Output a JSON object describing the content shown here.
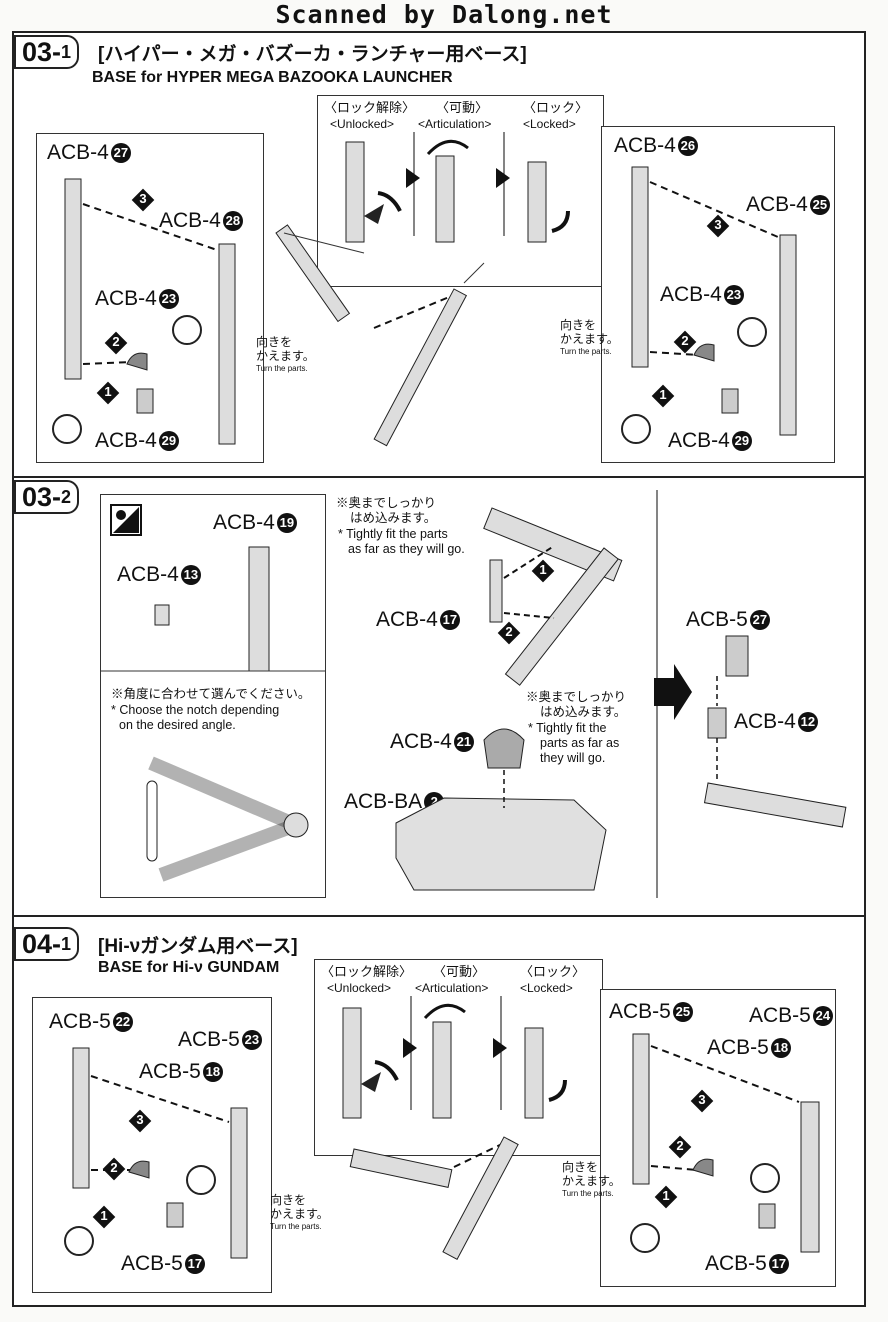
{
  "header": {
    "scan_credit": "Scanned by Dalong.net"
  },
  "sections": {
    "s031": {
      "step": "03",
      "sub": "1",
      "title_jp": "[ハイパー・メガ・バズーカ・ランチャー用ベース]",
      "title_en": "BASE for HYPER MEGA BAZOOKA LAUNCHER",
      "joint": {
        "unlocked_jp": "〈ロック解除〉",
        "unlocked_en": "<Unlocked>",
        "artic_jp": "〈可動〉",
        "artic_en": "<Articulation>",
        "locked_jp": "〈ロック〉",
        "locked_en": "<Locked>"
      },
      "left": {
        "p1": "ACB-4",
        "n1": "27",
        "p2": "ACB-4",
        "n2": "28",
        "p3": "ACB-4",
        "n3": "23",
        "p4": "ACB-4",
        "n4": "29"
      },
      "right": {
        "p1": "ACB-4",
        "n1": "26",
        "p2": "ACB-4",
        "n2": "25",
        "p3": "ACB-4",
        "n3": "23",
        "p4": "ACB-4",
        "n4": "29"
      },
      "turn_jp_a": "向きを",
      "turn_jp_b": "かえます。",
      "turn_en": "Turn the parts."
    },
    "s032": {
      "step": "03",
      "sub": "2",
      "parts": {
        "p19": "ACB-4",
        "n19": "19",
        "p13": "ACB-4",
        "n13": "13",
        "p17": "ACB-4",
        "n17": "17",
        "p21": "ACB-4",
        "n21": "21",
        "pba": "ACB-BA",
        "nba": "2",
        "p527": "ACB-5",
        "n527": "27",
        "p412": "ACB-4",
        "n412": "12"
      },
      "notch_jp": "※角度に合わせて選んでください。",
      "notch_en_a": "* Choose the notch depending",
      "notch_en_b": "on the desired angle.",
      "fit1_jp_a": "※奥までしっかり",
      "fit1_jp_b": "はめ込みます。",
      "fit1_en_a": "* Tightly fit the parts",
      "fit1_en_b": "as far as they will go.",
      "fit2_jp_a": "※奥までしっかり",
      "fit2_jp_b": "はめ込みます。",
      "fit2_en_a": "* Tightly fit the",
      "fit2_en_b": "parts as far as",
      "fit2_en_c": "they will go."
    },
    "s041": {
      "step": "04",
      "sub": "1",
      "title_jp": "[Hi-νガンダム用ベース]",
      "title_en": "BASE for Hi-ν GUNDAM",
      "joint": {
        "unlocked_jp": "〈ロック解除〉",
        "unlocked_en": "<Unlocked>",
        "artic_jp": "〈可動〉",
        "artic_en": "<Articulation>",
        "locked_jp": "〈ロック〉",
        "locked_en": "<Locked>"
      },
      "left": {
        "p1": "ACB-5",
        "n1": "22",
        "p2": "ACB-5",
        "n2": "23",
        "p3": "ACB-5",
        "n3": "18",
        "p4": "ACB-5",
        "n4": "17"
      },
      "right": {
        "p1": "ACB-5",
        "n1": "25",
        "p2": "ACB-5",
        "n2": "24",
        "p3": "ACB-5",
        "n3": "18",
        "p4": "ACB-5",
        "n4": "17"
      },
      "turn_jp_a": "向きを",
      "turn_jp_b": "かえます。",
      "turn_en": "Turn the parts."
    }
  },
  "order_marks": [
    "1",
    "2",
    "3"
  ]
}
